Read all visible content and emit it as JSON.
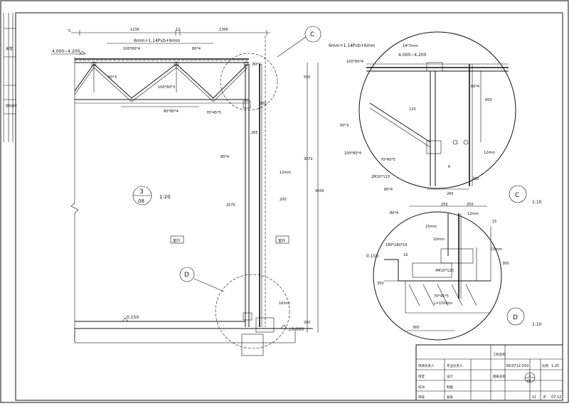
{
  "elevation": {
    "dim_top_left": "1236",
    "dim_top_mid": "12",
    "dim_top_right": "1306",
    "dim_top_small": "5",
    "level_top": "4.000~4.200",
    "glass_note": "6mm+1.14Pvb+6mm",
    "tube_note_a": "100*80*4",
    "tube_note_b": "80*4",
    "tube_note_c": "50*3",
    "tube_note_d": "100*60*3",
    "tube_note_e": "80*80*4",
    "tube_note_f": "70*45*5",
    "tube_note_g": "80*4",
    "tube_note_h": "80*4",
    "glass_12": "12mm",
    "label_200a": "200",
    "label_200b": "200",
    "label_16": "16mm",
    "level_floor": "0.150",
    "level_ground": "±0.000",
    "dim_vert_1": "550",
    "dim_vert_2": "3072",
    "dim_vert_3": "4000",
    "dim_vert_4": "265",
    "dim_vert_5": "200",
    "dim_vert_6": "2575",
    "scale_label": "1:20",
    "detail_num": "3",
    "detail_sheet": "08",
    "marker_c": "C",
    "marker_d": "D",
    "room_left": "室内",
    "room_right": "室外"
  },
  "detail_c": {
    "glass_note": "6mm+1.14Pvb+6mm",
    "level": "4.000~4.200",
    "note_14": "14*7mm",
    "tube_a": "100*80*4",
    "tube_b": "80*4",
    "tube_c": "50*3",
    "tube_d": "100*80*4",
    "plate": "70*45*5",
    "bolt": "2M10*110",
    "tube_e": "80*4",
    "glass_12": "12mm",
    "pad": "200",
    "dim_600": "600",
    "dim_120": "120",
    "dim_6": "6",
    "dim_265": "265",
    "marker": "C",
    "scale": "1:10"
  },
  "detail_d": {
    "dim_250": "250",
    "dim_250b": "250",
    "glass": "12mm",
    "tube": "80*4",
    "g15a": "15mm",
    "g15b": "15",
    "g10": "10mm",
    "g15c": "15mm",
    "plate": "180*180*10",
    "level": "0.150",
    "note_16": "16",
    "bolt": "4M10*120",
    "angle": "70*45*5",
    "length": "L=150mm",
    "dim_360": "360",
    "dim_300": "300",
    "dim_350": "350",
    "marker": "D",
    "scale": "1:10"
  },
  "title_block": {
    "rows": [
      [
        "项目负责人",
        "专业负责人",
        "",
        "工程名称",
        "",
        "",
        ""
      ],
      [
        "审定",
        "设计",
        "",
        "图纸名称",
        "",
        "",
        ""
      ],
      [
        "校对",
        "制图",
        "",
        "",
        "",
        "",
        ""
      ],
      [
        "审核",
        "复核",
        "",
        "",
        "",
        "",
        ""
      ]
    ],
    "drawing_no": "NC0712-010",
    "scale_label": "比例",
    "scale_value": "1:20",
    "detail_num": "3",
    "detail_sheet": "08",
    "sheet_no": "11",
    "total_sheets": "8",
    "date": "07.12"
  },
  "left_strip": {
    "label_a": "会签",
    "label_b": "图纸编号"
  }
}
